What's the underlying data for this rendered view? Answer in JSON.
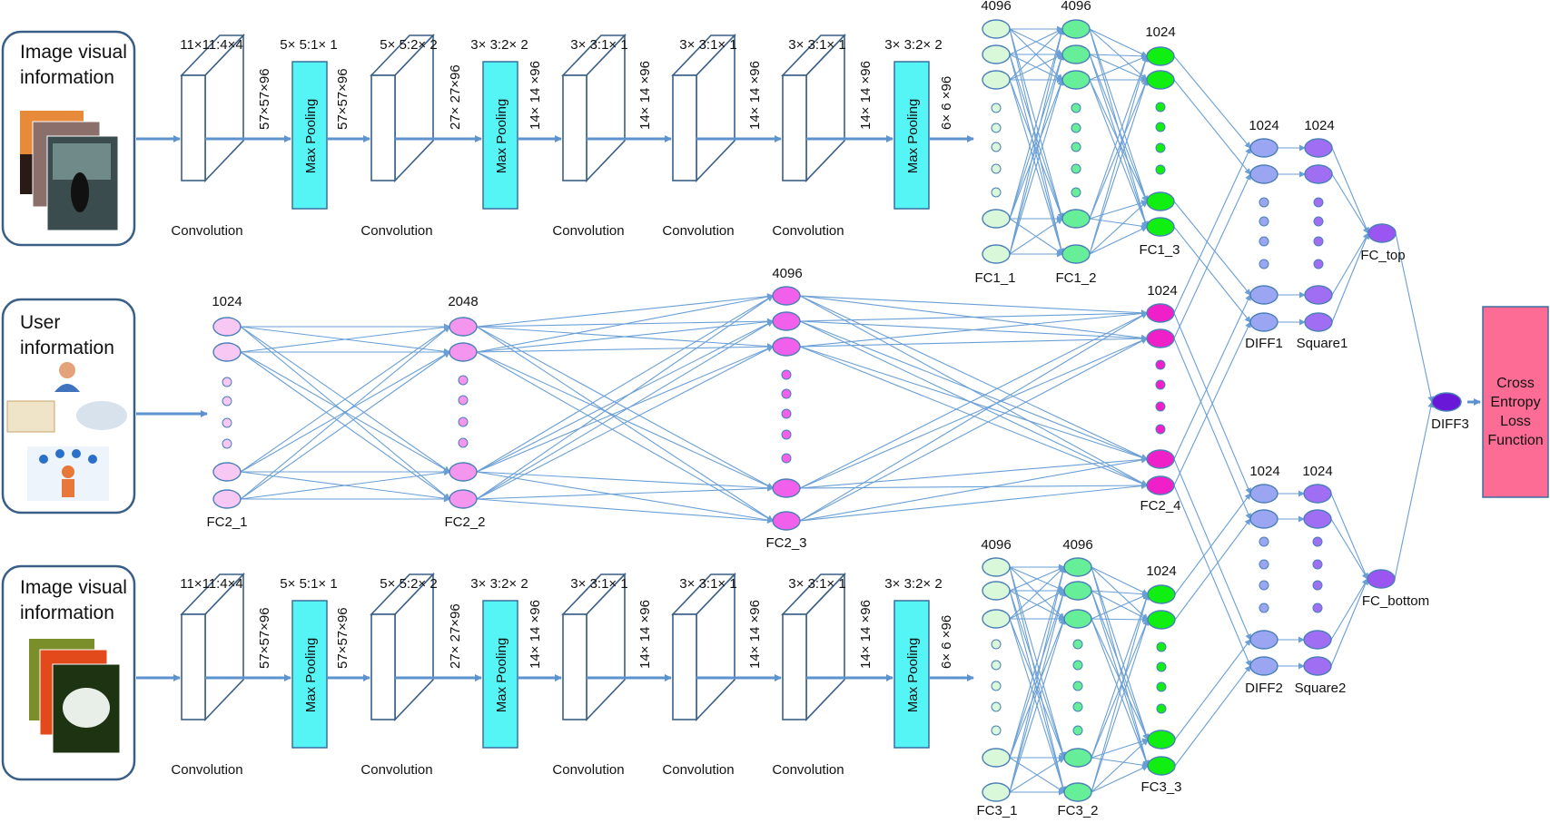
{
  "inputs": {
    "top": "Image visual information",
    "mid": "User information",
    "bottom": "Image visual information"
  },
  "cnn_top": {
    "params": [
      "11×11:4×4",
      "5× 5:1× 1",
      "5× 5:2× 2",
      "3× 3:2× 2",
      "3× 3:1× 1",
      "3× 3:1× 1",
      "3× 3:1× 1",
      "3× 3:2× 2"
    ],
    "dims": [
      "57×57×96",
      "57×57×96",
      "27× 27×96",
      "14× 14 ×96",
      "14× 14 ×96",
      "14× 14 ×96",
      "14× 14 ×96",
      "6× 6 ×96"
    ],
    "captions": [
      "Convolution",
      "Convolution",
      "Convolution",
      "Convolution",
      "Convolution"
    ],
    "pool": "Max Pooling"
  },
  "cnn_bottom": {
    "params": [
      "11×11:4×4",
      "5× 5:1× 1",
      "5× 5:2× 2",
      "3× 3:2× 2",
      "3× 3:1× 1",
      "3× 3:1× 1",
      "3× 3:1× 1",
      "3× 3:2× 2"
    ],
    "dims": [
      "57×57×96",
      "57×57×96",
      "27× 27×96",
      "14× 14 ×96",
      "14× 14 ×96",
      "14× 14 ×96",
      "14× 14 ×96",
      "6× 6 ×96"
    ],
    "captions": [
      "Convolution",
      "Convolution",
      "Convolution",
      "Convolution",
      "Convolution"
    ],
    "pool": "Max Pooling"
  },
  "fc_top": {
    "sizes": [
      "4096",
      "4096",
      "1024"
    ],
    "names": [
      "FC1_1",
      "FC1_2",
      "FC1_3"
    ]
  },
  "fc_mid": {
    "sizes": [
      "1024",
      "2048",
      "4096",
      "1024"
    ],
    "names": [
      "FC2_1",
      "FC2_2",
      "FC2_3",
      "FC2_4"
    ]
  },
  "fc_bottom": {
    "sizes": [
      "4096",
      "4096",
      "1024"
    ],
    "names": [
      "FC3_1",
      "FC3_2",
      "FC3_3"
    ]
  },
  "merge_top": {
    "sizes": [
      "1024",
      "1024"
    ],
    "names": [
      "DIFF1",
      "Square1"
    ],
    "out": "FC_top"
  },
  "merge_bottom": {
    "sizes": [
      "1024",
      "1024"
    ],
    "names": [
      "DIFF2",
      "Square2"
    ],
    "out": "FC_bottom"
  },
  "final": {
    "diff": "DIFF3",
    "loss": [
      "Cross",
      "Entropy",
      "Loss",
      "Function"
    ]
  },
  "colors": {
    "fc1_1": "#d9f7d9",
    "fc1_2": "#66ee99",
    "fc1_3": "#11ee11",
    "fc2_1": "#f8c8f4",
    "fc2_2": "#f496ee",
    "fc2_3": "#f060ea",
    "fc2_4": "#f020c8",
    "diff": "#9aa6f2",
    "square": "#a06ef2",
    "fc_out": "#9b55f0",
    "diff3": "#6a18d8",
    "pool": "#55f5f5",
    "loss": "#fc6c95",
    "edge": "#6a9fd6"
  }
}
